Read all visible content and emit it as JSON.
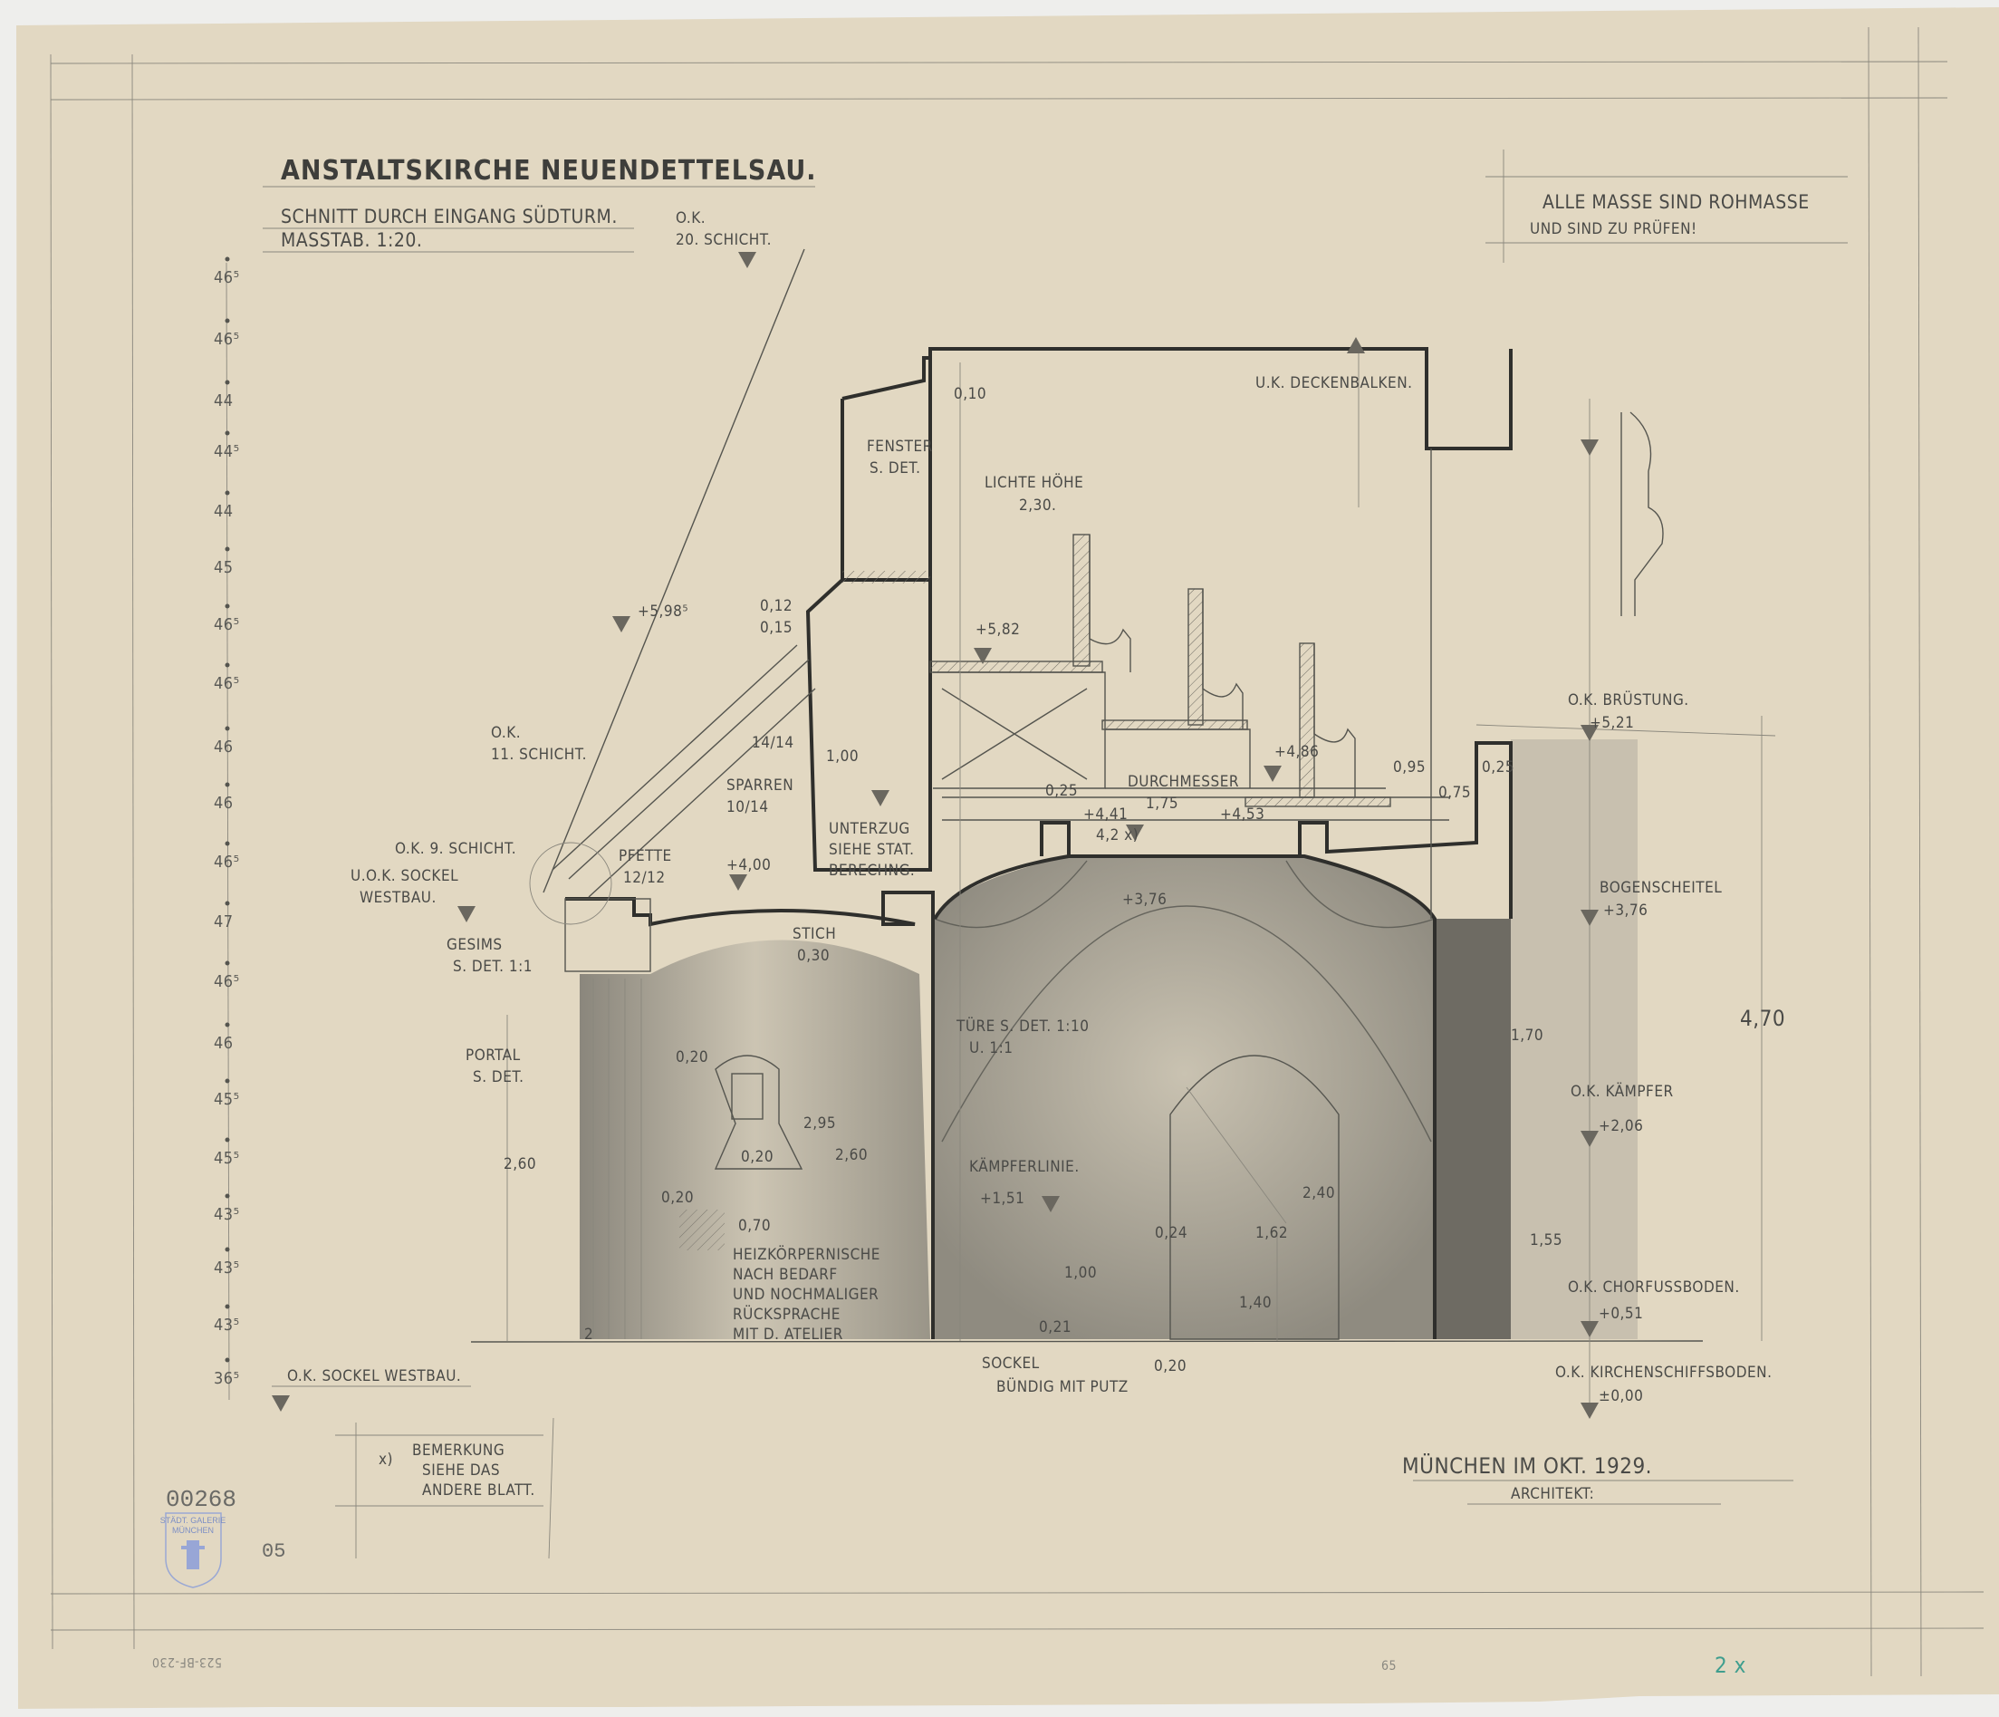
{
  "title_block": {
    "title": "ANSTALTSKIRCHE NEUENDETTELSAU.",
    "subtitle": "SCHNITT DURCH EINGANG SÜDTURM.",
    "scale": "MASSTAB. 1:20."
  },
  "general_note": {
    "line1": "ALLE MASSE SIND ROHMASSE",
    "line2": "UND SIND ZU PRÜFEN!"
  },
  "course_scale": [
    "46⁵",
    "46⁵",
    "44",
    "44⁵",
    "44",
    "45",
    "46⁵",
    "46⁵",
    "46",
    "46",
    "46⁵",
    "47",
    "46⁵",
    "46",
    "45⁵",
    "45⁵",
    "43⁵",
    "43⁵",
    "43⁵",
    "36⁵"
  ],
  "labels": {
    "ok_20_schicht_a": "O.K.",
    "ok_20_schicht_b": "20. SCHICHT.",
    "uk_deckenbalken": "U.K. DECKENBALKEN.",
    "d010": "0,10",
    "fenster_a": "FENSTER",
    "fenster_b": "S. DET.",
    "lichte_hoehe_a": "LICHTE HÖHE",
    "lichte_hoehe_b": "2,30.",
    "lv_598": "+5,98⁵",
    "d012": "0,12",
    "d015": "0,15",
    "lv_582": "+5,82",
    "d1414": "14/14",
    "d100_a": "1,00",
    "ok_11_a": "O.K.",
    "ok_11_b": "11. SCHICHT.",
    "sparren_a": "SPARREN",
    "sparren_b": "10/14",
    "durchmesser_a": "DURCHMESSER",
    "durchmesser_b": "1,75",
    "lv_486": "+4,86",
    "d025_a": "0,25",
    "lv_441": "+4,41",
    "lv_453": "+4,53",
    "d095": "0,95",
    "d075": "0,75",
    "d025_b": "0,25",
    "ok_9": "O.K. 9. SCHICHT.",
    "sockel_westbau_a": "U.O.K. SOCKEL",
    "sockel_westbau_b": "WESTBAU.",
    "pfette_a": "PFETTE",
    "pfette_b": "12/12",
    "lv_400": "+4,00",
    "unterzug_a": "UNTERZUG",
    "unterzug_b": "SIEHE STAT.",
    "unterzug_c": "BERECHNG.",
    "d42x": "4,2 x)",
    "lv_376": "+3,76",
    "gesims_a": "GESIMS",
    "gesims_b": "S. DET. 1:1",
    "stich_a": "STICH",
    "stich_b": "0,30",
    "portal_a": "PORTAL",
    "portal_b": "S. DET.",
    "tuere_a": "TÜRE S. DET. 1:10",
    "tuere_b": "U. 1:1",
    "d020_a": "0,20",
    "d295": "2,95",
    "d260_a": "2,60",
    "d260_b": "2,60",
    "d020_b": "0,20",
    "d020_c": "0,20",
    "d070": "0,70",
    "kaempferlinie_a": "KÄMPFERLINIE.",
    "kaempferlinie_b": "+1,51",
    "d240": "2,40",
    "d024": "0,24",
    "d162": "1,62",
    "d100_b": "1,00",
    "d140": "1,40",
    "heiz_a": "HEIZKÖRPERNISCHE",
    "heiz_b": "NACH BEDARF",
    "heiz_c": "UND NOCHMALIGER",
    "heiz_d": "RÜCKSPRACHE",
    "heiz_e": "MIT D. ATELIER",
    "d021": "0,21",
    "d020_d": "0,20",
    "sockel_a": "SOCKEL",
    "sockel_b": "BÜNDIG MIT PUTZ",
    "ok_sockel_westbau": "O.K. SOCKEL WESTBAU.",
    "d2": "2",
    "bruestung_a": "O.K. BRÜSTUNG.",
    "bruestung_b": "+5,21",
    "bogenscheitel_a": "BOGENSCHEITEL",
    "bogenscheitel_b": "+3,76",
    "d470": "4,70",
    "d170": "1,70",
    "kaempfer_a": "O.K. KÄMPFER",
    "kaempfer_b": "+2,06",
    "d155": "1,55",
    "chorfussboden_a": "O.K. CHORFUSSBODEN.",
    "chorfussboden_b": "+0,51",
    "kirchenschiff_a": "O.K. KIRCHENSCHIFFSBODEN.",
    "kirchenschiff_b": "±0,00"
  },
  "signature": {
    "place_date": "MÜNCHEN IM OKT. 1929.",
    "role": "ARCHITEKT:"
  },
  "remark": {
    "marker": "x)",
    "line1": "BEMERKUNG",
    "line2": "SIEHE DAS",
    "line3": "ANDERE BLATT."
  },
  "archive": {
    "inventory_number": "00268",
    "stamp_line1": "STÄDT. GALERIE",
    "stamp_line2": "MÜNCHEN",
    "sheet_number": "05",
    "bottom_code": "523-BF-230",
    "pencil_mark": "65",
    "copies_mark": "2 x"
  },
  "colors": {
    "paper": "#e2d8c2",
    "pencil": "#4a4a47",
    "stamp": "#7d8fc4",
    "copies_mark": "#3f9e8e"
  }
}
